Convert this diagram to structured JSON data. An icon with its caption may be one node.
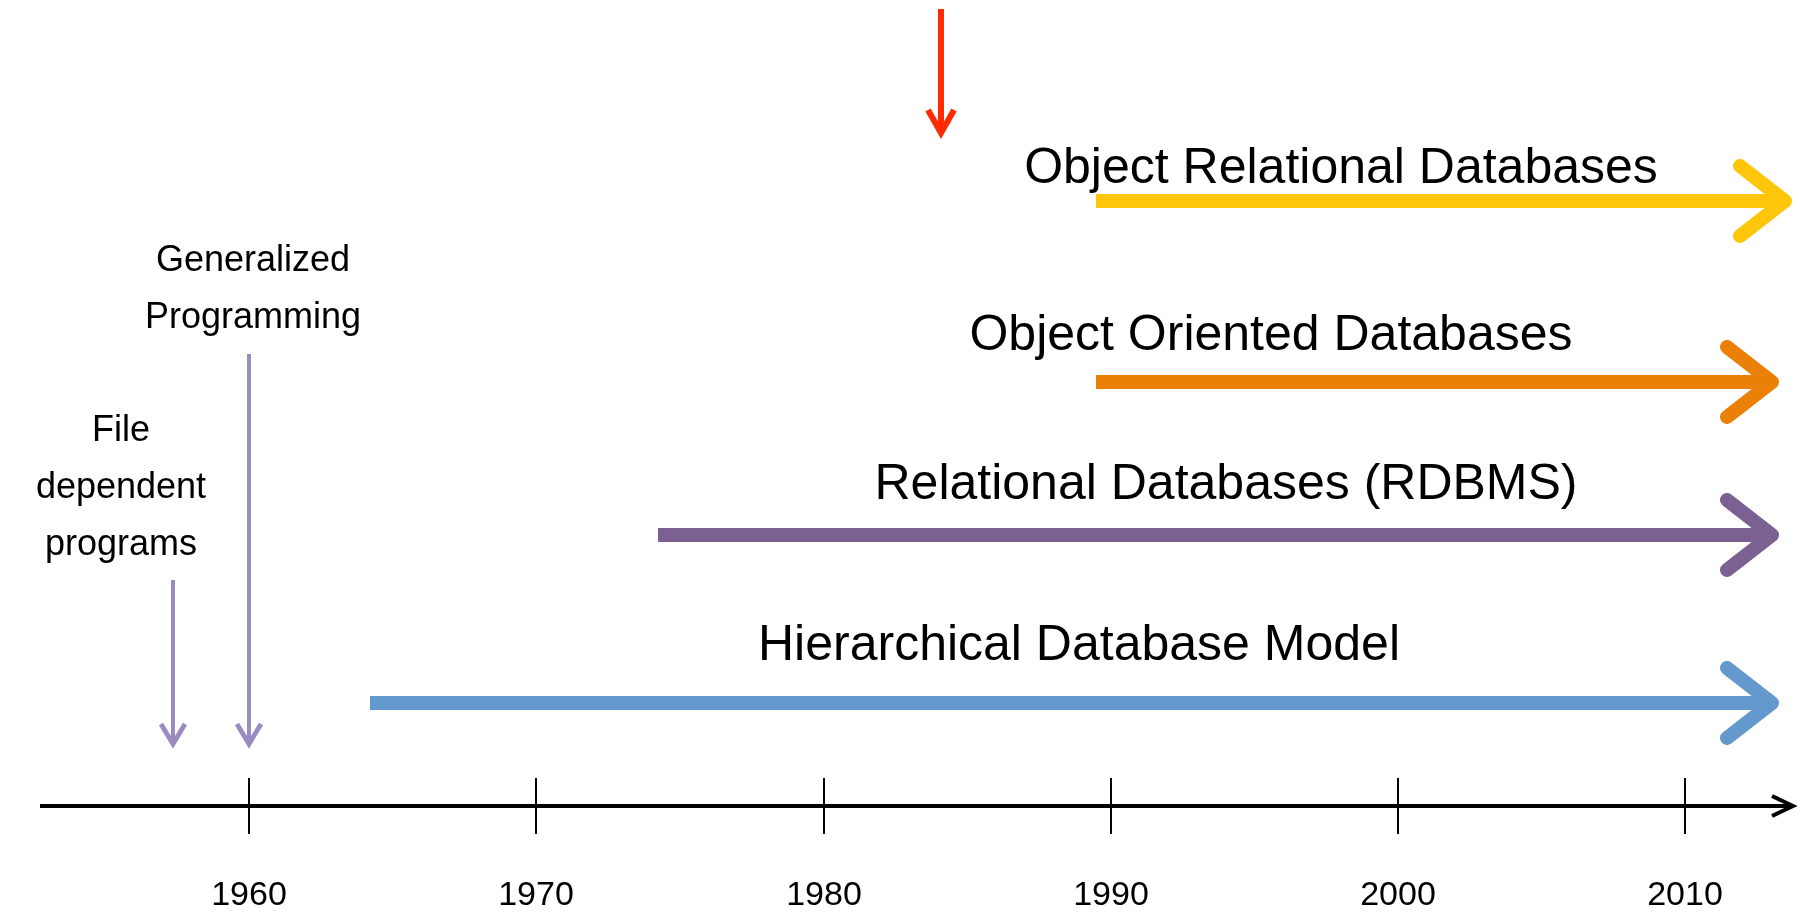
{
  "diagram": {
    "nodes": [
      {
        "text": [
          "File dependent programs"
        ]
      },
      {
        "text": [
          "Generalized Programming"
        ]
      }
    ],
    "edges": [
      {
        "from": 0,
        "to": null,
        "arrow": "to"
      },
      {
        "from": 1,
        "to": null,
        "arrow": "to"
      }
    ],
    "labels": [
      "Object Relational Databases",
      "Object Oriented Databases",
      "Relational Databases (RDBMS)",
      "Hierarchical Database Model",
      "1960",
      "1970",
      "1980",
      "1990",
      "2000",
      "2010"
    ]
  }
}
